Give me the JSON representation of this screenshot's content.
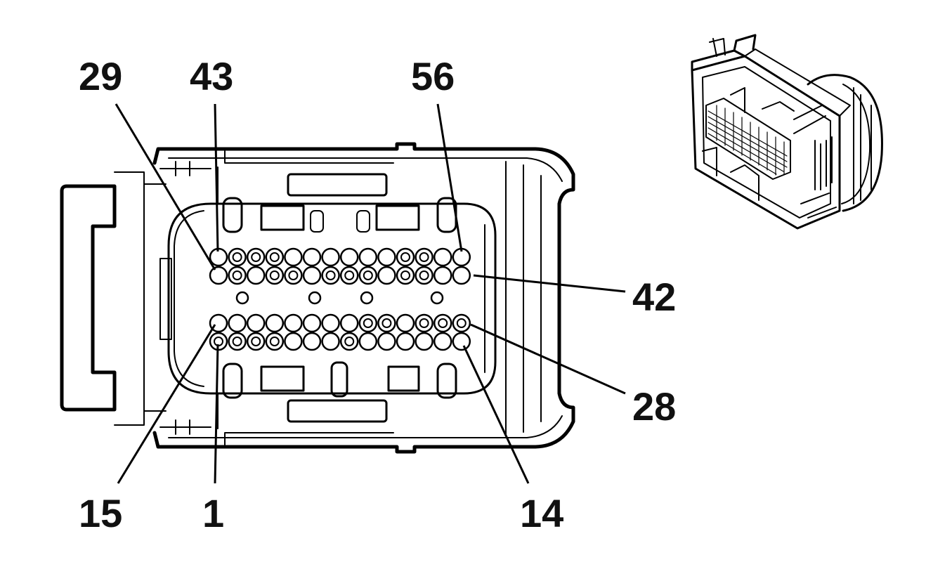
{
  "pin_labels": {
    "p29": "29",
    "p43": "43",
    "p56": "56",
    "p42": "42",
    "p28": "28",
    "p15": "15",
    "p1": "1",
    "p14": "14"
  }
}
